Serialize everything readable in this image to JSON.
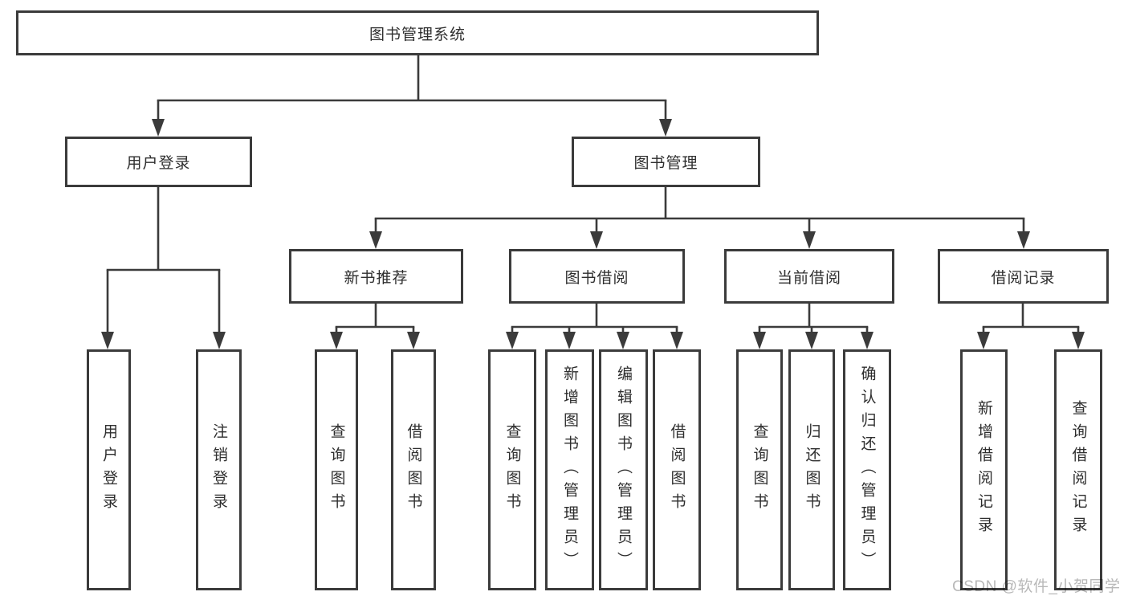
{
  "colors": {
    "line": "#3b3b3b",
    "box_border": "#3b3b3b",
    "text": "#2e2e2e",
    "background": "#ffffff",
    "watermark": "#b8b8b8"
  },
  "tree": {
    "root": "图书管理系统",
    "branches": {
      "user_login": {
        "label": "用户登录",
        "children": {
          "login": "用户登录",
          "logout": "注销登录"
        }
      },
      "book_mgmt": {
        "label": "图书管理",
        "children": {
          "new_book_rec": {
            "label": "新书推荐",
            "children": {
              "query_book": "查询图书",
              "borrow_book": "借阅图书"
            }
          },
          "book_borrow": {
            "label": "图书借阅",
            "children": {
              "query_book": "查询图书",
              "add_book": "新增图书（管理员）",
              "edit_book": "编辑图书（管理员）",
              "borrow_book": "借阅图书"
            }
          },
          "current_borrow": {
            "label": "当前借阅",
            "children": {
              "query_book": "查询图书",
              "return_book": "归还图书",
              "confirm_return": "确认归还（管理员）"
            }
          },
          "borrow_record": {
            "label": "借阅记录",
            "children": {
              "add_record": "新增借阅记录",
              "query_record": "查询借阅记录"
            }
          }
        }
      }
    }
  },
  "watermark": {
    "text": "CSDN @软件_小贺同学"
  }
}
